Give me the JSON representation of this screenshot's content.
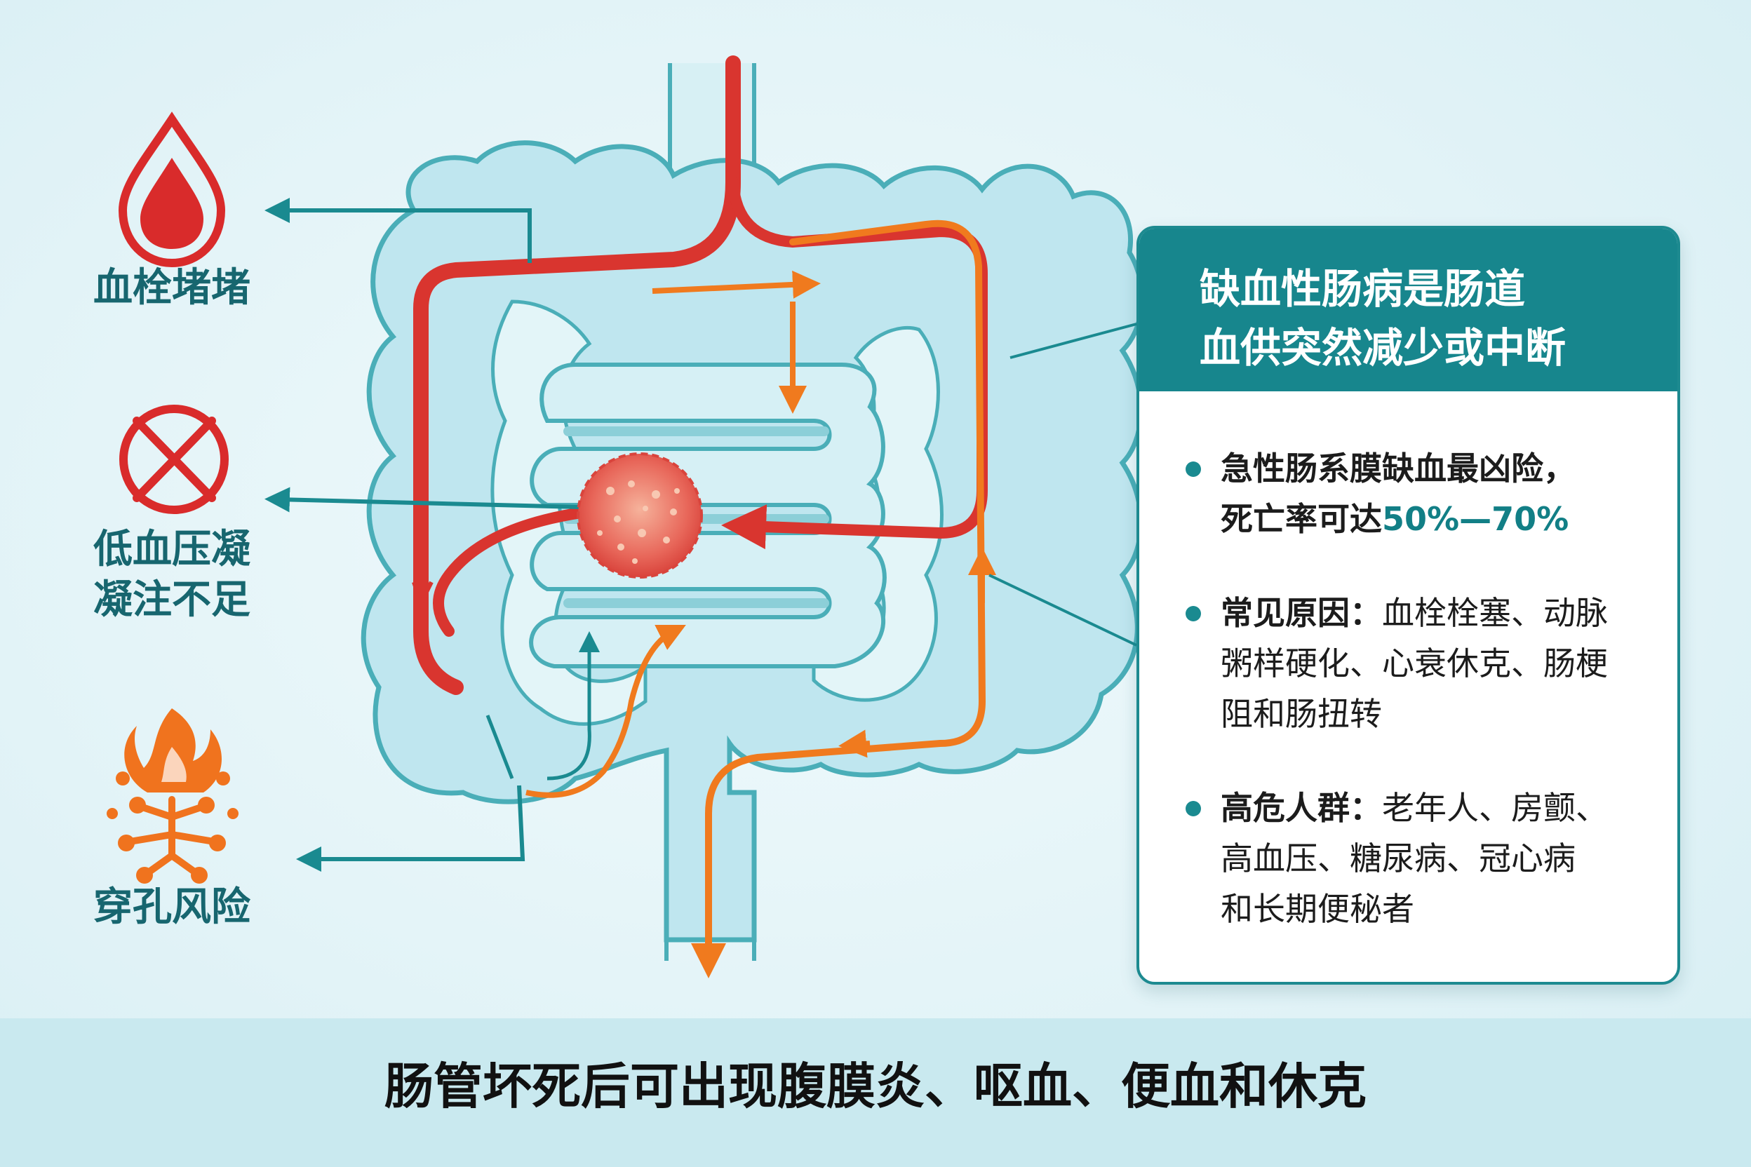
{
  "colors": {
    "teal": "#1a8a90",
    "teal_dark": "#17666f",
    "artery_red": "#d9352f",
    "flow_orange": "#f07a1e",
    "intestine_fill": "#bfe6ef",
    "intestine_outline": "#4aaeb8"
  },
  "icons": {
    "top": "blood-drop-icon",
    "middle": "crossed-circle-icon",
    "bottom": "fire-network-icon"
  },
  "labels": {
    "thrombosis": "血栓堵堵",
    "low_perfusion_line1": "低血压凝",
    "low_perfusion_line2": "凝注不足",
    "perforation": "穿孔风险"
  },
  "panel": {
    "title_line1": "缺血性肠病是肠道",
    "title_line2": "血供突然减少或中断",
    "bullet1_line1": "急性肠系膜缺血最凶险，",
    "bullet1_line2_prefix": "死亡率可达",
    "bullet1_rate": "50%—70%",
    "bullet2_label": "常见原因：",
    "bullet2_line1": "血栓栓塞、动脉",
    "bullet2_line2": "粥样硬化、心衰休克、肠梗",
    "bullet2_line3": "阻和肠扭转",
    "bullet3_label": "高危人群：",
    "bullet3_line1": "老年人、房颤、",
    "bullet3_line2": "高血压、糖尿病、冠心病",
    "bullet3_line3": "和长期便秘者"
  },
  "footer": {
    "text": "肠管坏死后可出现腹膜炎、呕血、便血和休克"
  }
}
